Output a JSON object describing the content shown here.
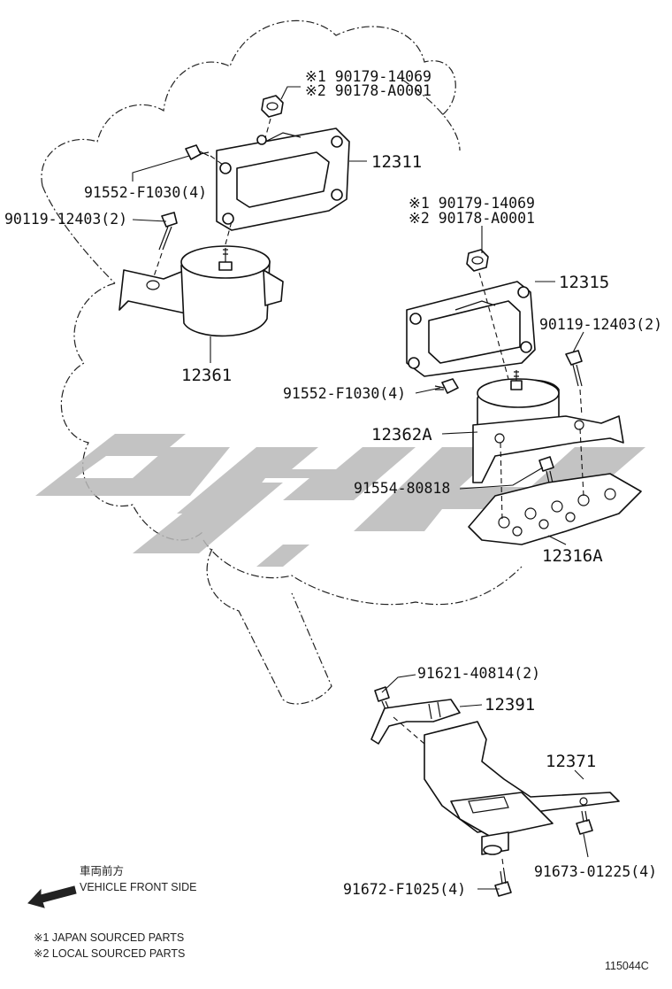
{
  "watermark": {
    "color": "#b9b9b9"
  },
  "groups": {
    "front_mount": {
      "bracket_label": "12311",
      "insulator_label": "12361",
      "nut_label_1": "※1 90179-14069",
      "nut_label_2": "※2 90178-A0001",
      "bolt_label": "91552-F1030(4)",
      "bolt2_label": "90119-12403(2)"
    },
    "rear_mount": {
      "bracket_label": "12315",
      "insulator_label": "12362A",
      "plate_label": "12316A",
      "nut_label_1": "※1 90179-14069",
      "nut_label_2": "※2 90178-A0001",
      "bolt_label": "90119-12403(2)",
      "bolt2_label": "91552-F1030(4)",
      "stud_label": "91554-80818"
    },
    "lower_mount": {
      "stopper_label": "12391",
      "bracket_label": "12371",
      "bolt_label": "91621-40814(2)",
      "bolt2_label": "91673-01225(4)",
      "bolt3_label": "91672-F1025(4)"
    }
  },
  "front_side": {
    "japanese": "車両前方",
    "english": "VEHICLE FRONT SIDE",
    "icon": "arrow-left-down-icon"
  },
  "notes": [
    "※1 JAPAN SOURCED PARTS",
    "※2 LOCAL SOURCED PARTS"
  ],
  "figure_code": "115044C"
}
